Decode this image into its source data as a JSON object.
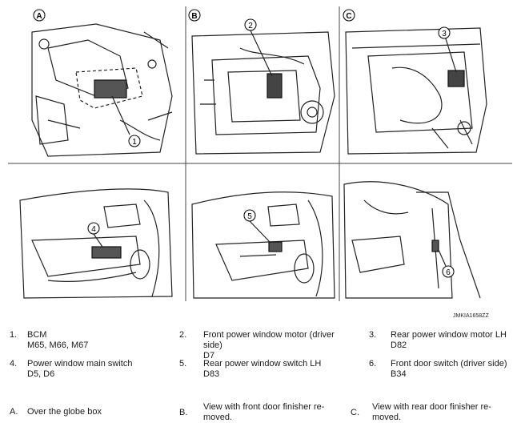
{
  "panels": [
    {
      "letter": "A",
      "callout": "1"
    },
    {
      "letter": "B",
      "callout": "2"
    },
    {
      "letter": "C",
      "callout": "3"
    },
    {
      "letter": "",
      "callout": "4"
    },
    {
      "letter": "",
      "callout": "5"
    },
    {
      "letter": "",
      "callout": "6"
    }
  ],
  "figure_code": "JMKIA1658ZZ",
  "components": [
    {
      "num": "1.",
      "name": "BCM",
      "connectors": "M65, M66, M67"
    },
    {
      "num": "2.",
      "name": "Front power window motor (driver side)",
      "connectors": "D7"
    },
    {
      "num": "3.",
      "name": "Rear power window motor LH",
      "connectors": "D82"
    },
    {
      "num": "4.",
      "name": "Power window main switch",
      "connectors": "D5, D6"
    },
    {
      "num": "5.",
      "name": "Rear power window switch LH",
      "connectors": "D83"
    },
    {
      "num": "6.",
      "name": "Front door switch (driver side)",
      "connectors": "B34"
    }
  ],
  "views": [
    {
      "letter": "A.",
      "text": "Over the globe box"
    },
    {
      "letter": "B.",
      "text": "View with front door finisher re-\nmoved."
    },
    {
      "letter": "C.",
      "text": "View with rear door finisher re-\nmoved."
    }
  ]
}
